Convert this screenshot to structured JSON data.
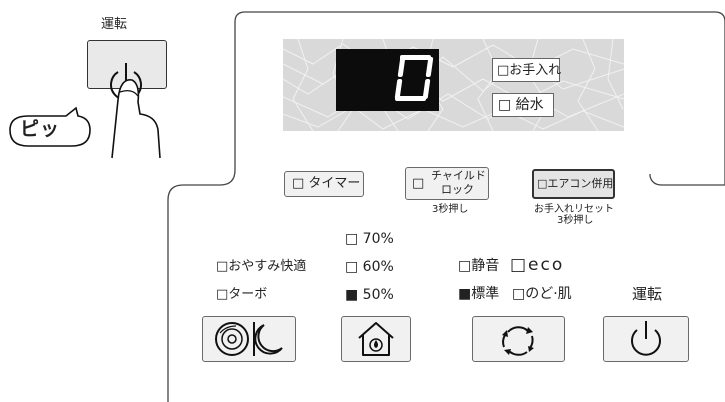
{
  "hint": {
    "run_caption": "運転",
    "beep": "ピッ"
  },
  "display": {
    "digit": "0",
    "indicator_care": "□お手入れ",
    "indicator_water": "□ 給水"
  },
  "upper_buttons": {
    "timer": "□ タイマー",
    "child_lock_box": "□",
    "child_lock_line1": "チャイルド",
    "child_lock_line2": "ロック",
    "child_lock_note": "3秒押し",
    "aircon": "□エアコン併用",
    "aircon_note1": "お手入れリセット",
    "aircon_note2": "3秒押し"
  },
  "indicators": {
    "sleep": "□おやすみ快適",
    "turbo": "□ターボ",
    "humidity_70": "□ 70%",
    "humidity_60": "□ 60%",
    "humidity_50": "■ 50%",
    "quiet": "□静音",
    "eco": "□eco",
    "standard": "■標準",
    "throat_skin": "□のど·肌",
    "run_label": "運転"
  },
  "icons": {
    "mode": "mode-sleep-icon",
    "humidity": "humidity-house-icon",
    "fan": "cycle-arrows-icon",
    "power": "power-icon"
  },
  "colors": {
    "display_bg": "#0c0c0c",
    "digit": "#ffffff",
    "panel_border": "#444444",
    "button_fill": "#f1f1f1",
    "pattern_bg": "#d9d9d9"
  }
}
